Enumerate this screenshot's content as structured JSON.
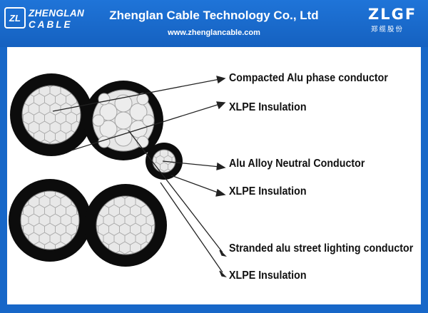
{
  "header": {
    "logo": {
      "line1": "ZHENGLAN",
      "line2": "CABLE",
      "badge": "ZL"
    },
    "title": "Zhenglan Cable Technology Co., Ltd",
    "url": "www.zhenglancable.com",
    "brand": {
      "name": "ZLGF",
      "cn": "郑缆股份"
    }
  },
  "diagram": {
    "labels": [
      "Compacted Alu phase conductor",
      "XLPE Insulation",
      "Alu Alloy Neutral Conductor",
      "XLPE Insulation",
      "Stranded alu street lighting conductor",
      "XLPE Insulation"
    ]
  },
  "colors": {
    "background_blue": "#1767c8",
    "insulation_black": "#0c0c0c",
    "conductor_silver": "#e6e6e6",
    "panel_white": "#ffffff"
  }
}
